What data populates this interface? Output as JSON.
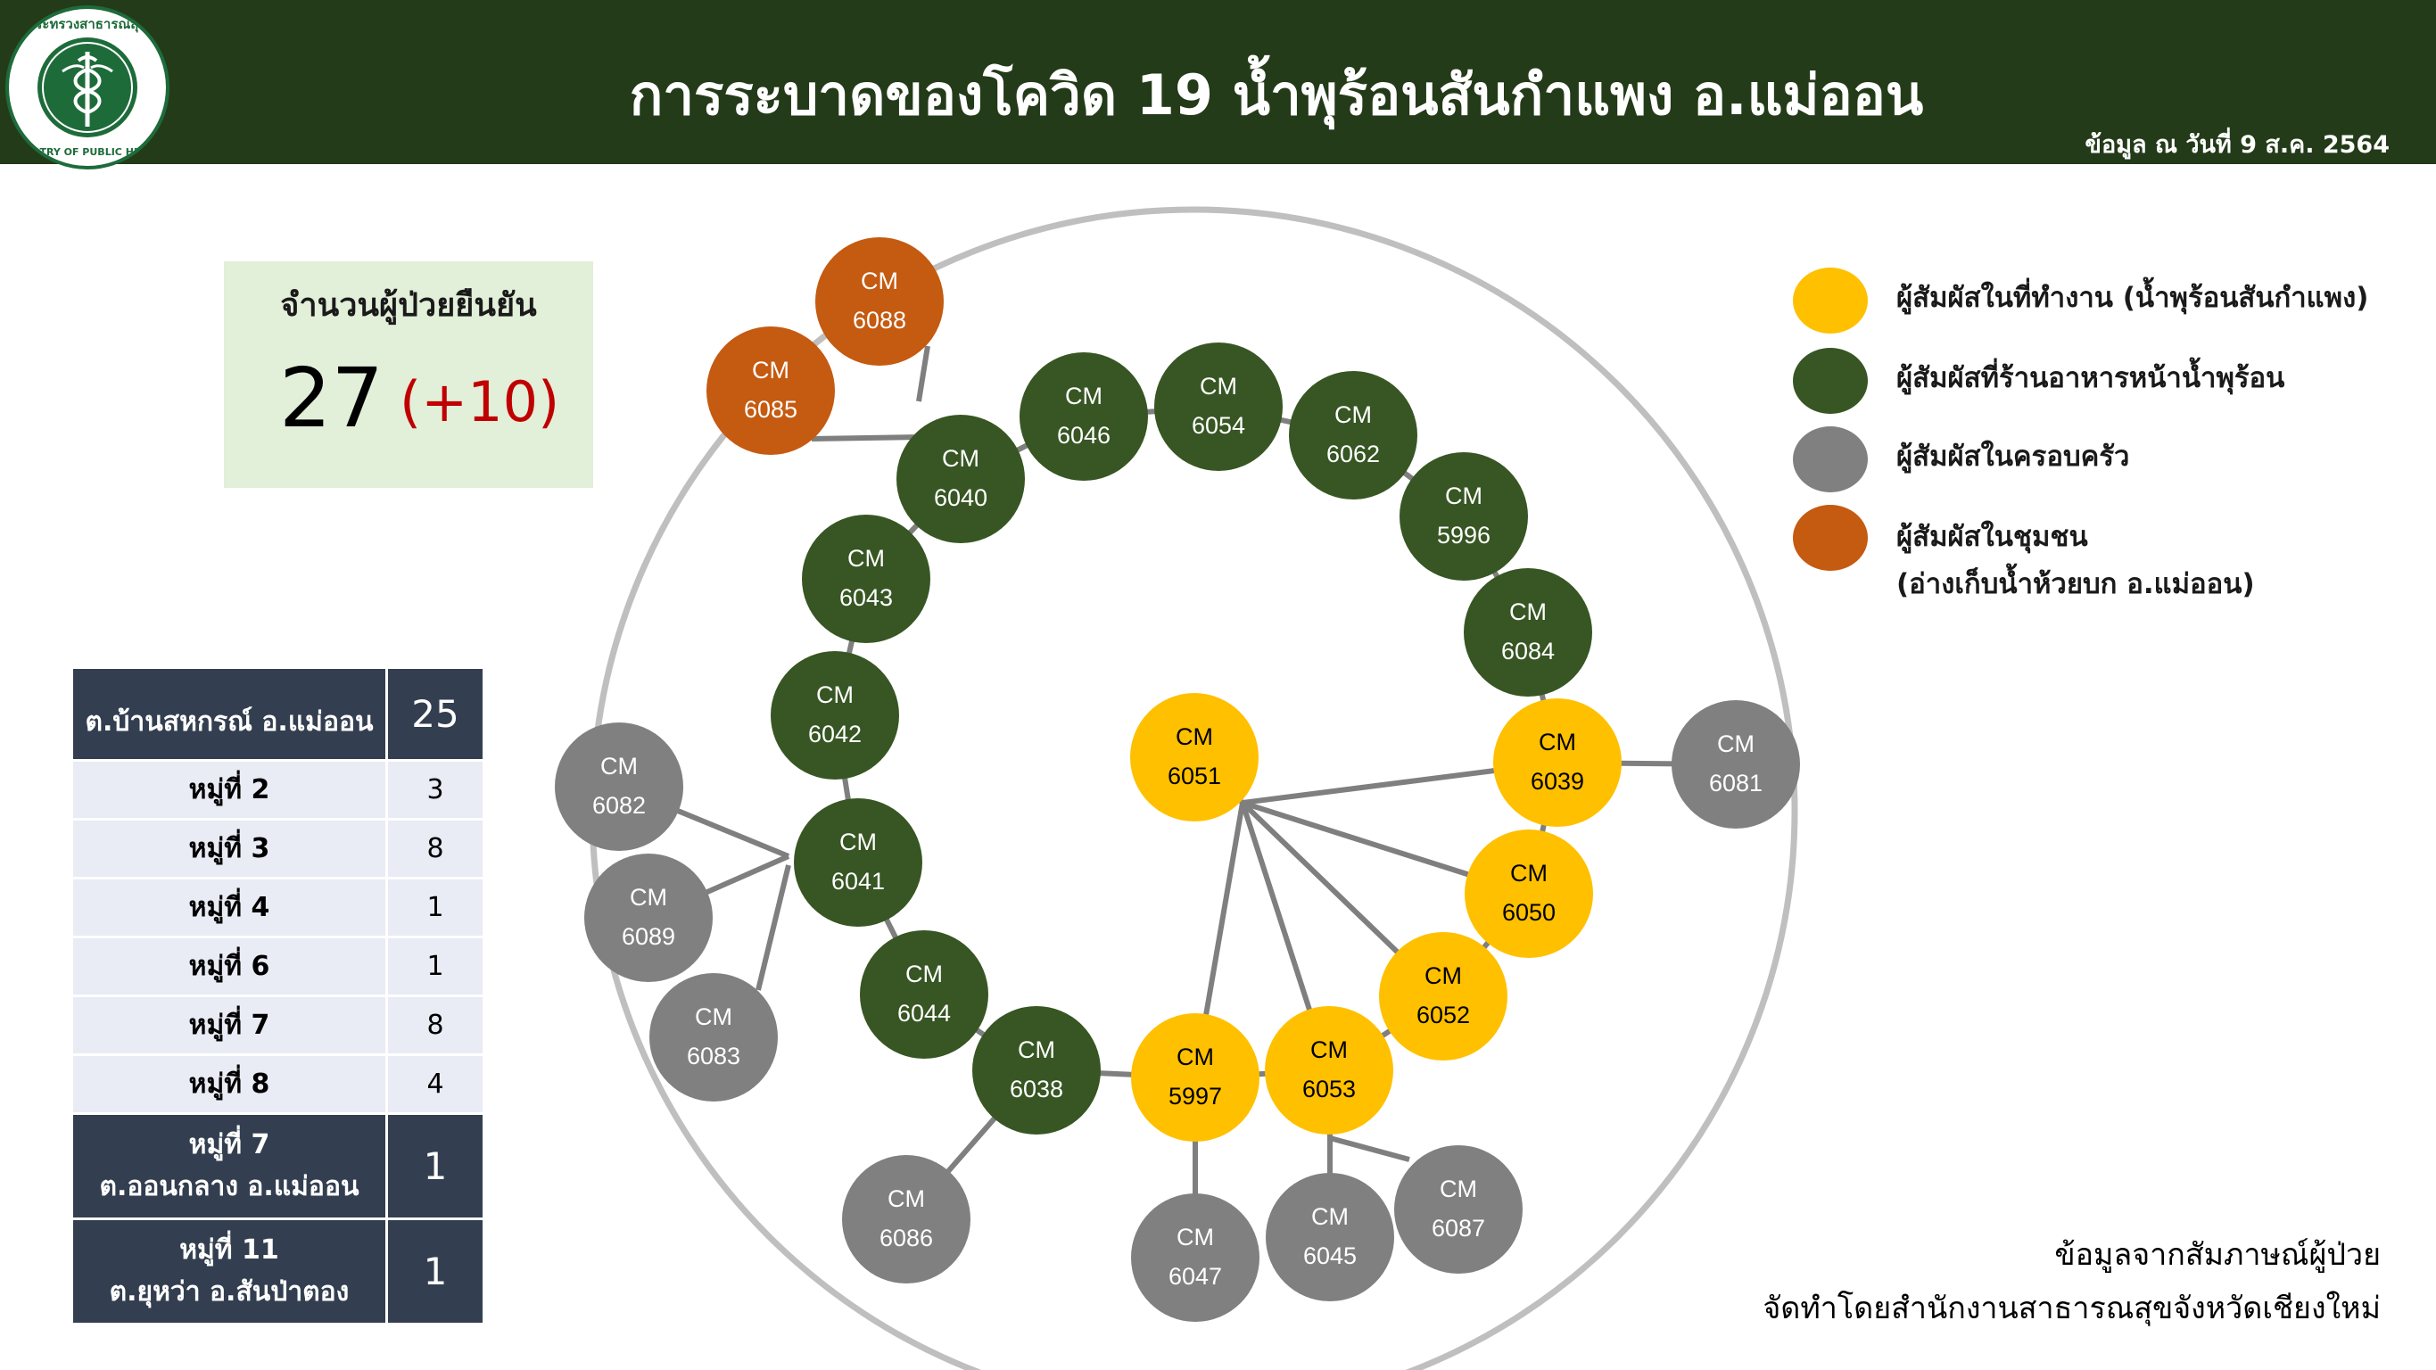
{
  "header": {
    "title": "การระบาดของโควิด 19 น้ำพุร้อนสันกำแพง อ.แม่ออน",
    "date_label": "ข้อมูล ณ วันที่ 9 ส.ค. 2564",
    "logo_text": "กระทรวงสาธารณสุข MINISTRY OF PUBLIC HEALTH",
    "background_color": "#233b18"
  },
  "summary": {
    "label": "จำนวนผู้ป่วยยืนยัน",
    "total": "27",
    "increase": "(+10)"
  },
  "area_table": {
    "main_area": {
      "label": "ต.บ้านสหกรณ์ อ.แม่ออน",
      "count": "25"
    },
    "villages": [
      {
        "label": "หมู่ที่ 2",
        "count": "3"
      },
      {
        "label": "หมู่ที่ 3",
        "count": "8"
      },
      {
        "label": "หมู่ที่ 4",
        "count": "1"
      },
      {
        "label": "หมู่ที่ 6",
        "count": "1"
      },
      {
        "label": "หมู่ที่ 7",
        "count": "8"
      },
      {
        "label": "หมู่ที่ 8",
        "count": "4"
      }
    ],
    "other_areas": [
      {
        "line1": "หมู่ที่ 7",
        "line2": "ต.ออนกลาง อ.แม่ออน",
        "count": "1"
      },
      {
        "line1": "หมู่ที่ 11",
        "line2": "ต.ยุหว่า อ.สันป่าตอง",
        "count": "1"
      }
    ]
  },
  "legend": [
    {
      "key": "workplace",
      "color": "#ffc000",
      "line1": "ผู้สัมผัสในที่ทำงาน (น้ำพุร้อนสันกำแพง)",
      "line2": ""
    },
    {
      "key": "restaurant",
      "color": "#375623",
      "line1": "ผู้สัมผัสที่ร้านอาหารหน้าน้ำพุร้อน",
      "line2": ""
    },
    {
      "key": "family",
      "color": "#808080",
      "line1": "ผู้สัมผัสในครอบครัว",
      "line2": ""
    },
    {
      "key": "community",
      "color": "#c55a11",
      "line1": "ผู้สัมผัสในชุมชน",
      "line2": "(อ่างเก็บน้ำห้วยบก อ.แม่ออน)"
    }
  ],
  "nodes": [
    {
      "id": "6088",
      "prefix": "CM",
      "number": "6088",
      "group": "community"
    },
    {
      "id": "6085",
      "prefix": "CM",
      "number": "6085",
      "group": "community"
    },
    {
      "id": "6046",
      "prefix": "CM",
      "number": "6046",
      "group": "restaurant"
    },
    {
      "id": "6054",
      "prefix": "CM",
      "number": "6054",
      "group": "restaurant"
    },
    {
      "id": "6062",
      "prefix": "CM",
      "number": "6062",
      "group": "restaurant"
    },
    {
      "id": "6040",
      "prefix": "CM",
      "number": "6040",
      "group": "restaurant"
    },
    {
      "id": "5996",
      "prefix": "CM",
      "number": "5996",
      "group": "restaurant"
    },
    {
      "id": "6043",
      "prefix": "CM",
      "number": "6043",
      "group": "restaurant"
    },
    {
      "id": "6084",
      "prefix": "CM",
      "number": "6084",
      "group": "restaurant"
    },
    {
      "id": "6042",
      "prefix": "CM",
      "number": "6042",
      "group": "restaurant"
    },
    {
      "id": "6041",
      "prefix": "CM",
      "number": "6041",
      "group": "restaurant"
    },
    {
      "id": "6044",
      "prefix": "CM",
      "number": "6044",
      "group": "restaurant"
    },
    {
      "id": "6038",
      "prefix": "CM",
      "number": "6038",
      "group": "restaurant"
    },
    {
      "id": "6051",
      "prefix": "CM",
      "number": "6051",
      "group": "workplace"
    },
    {
      "id": "6039",
      "prefix": "CM",
      "number": "6039",
      "group": "workplace"
    },
    {
      "id": "6050",
      "prefix": "CM",
      "number": "6050",
      "group": "workplace"
    },
    {
      "id": "6052",
      "prefix": "CM",
      "number": "6052",
      "group": "workplace"
    },
    {
      "id": "6053",
      "prefix": "CM",
      "number": "6053",
      "group": "workplace"
    },
    {
      "id": "5997",
      "prefix": "CM",
      "number": "5997",
      "group": "workplace"
    },
    {
      "id": "6082",
      "prefix": "CM",
      "number": "6082",
      "group": "family"
    },
    {
      "id": "6089",
      "prefix": "CM",
      "number": "6089",
      "group": "family"
    },
    {
      "id": "6083",
      "prefix": "CM",
      "number": "6083",
      "group": "family"
    },
    {
      "id": "6086",
      "prefix": "CM",
      "number": "6086",
      "group": "family"
    },
    {
      "id": "6047",
      "prefix": "CM",
      "number": "6047",
      "group": "family"
    },
    {
      "id": "6045",
      "prefix": "CM",
      "number": "6045",
      "group": "family"
    },
    {
      "id": "6087",
      "prefix": "CM",
      "number": "6087",
      "group": "family"
    },
    {
      "id": "6081",
      "prefix": "CM",
      "number": "6081",
      "group": "family"
    }
  ],
  "links": [
    [
      "6088",
      "6085"
    ],
    [
      "6088",
      "6040"
    ],
    [
      "6085",
      "6040"
    ],
    [
      "6046",
      "6040"
    ],
    [
      "6046",
      "6054"
    ],
    [
      "6054",
      "6062"
    ],
    [
      "6062",
      "5996"
    ],
    [
      "5996",
      "6084"
    ],
    [
      "6040",
      "6043"
    ],
    [
      "6043",
      "6042"
    ],
    [
      "6042",
      "6041"
    ],
    [
      "6041",
      "6044"
    ],
    [
      "6044",
      "6038"
    ],
    [
      "6084",
      "6039"
    ],
    [
      "6039",
      "6050"
    ],
    [
      "6050",
      "6052"
    ],
    [
      "6052",
      "6053"
    ],
    [
      "6053",
      "5997"
    ],
    [
      "6038",
      "5997"
    ],
    [
      "6051",
      "6039"
    ],
    [
      "6051",
      "6050"
    ],
    [
      "6051",
      "6052"
    ],
    [
      "6051",
      "6053"
    ],
    [
      "6051",
      "5997"
    ],
    [
      "6039",
      "6081"
    ],
    [
      "6041",
      "6082"
    ],
    [
      "6041",
      "6089"
    ],
    [
      "6041",
      "6083"
    ],
    [
      "6038",
      "6086"
    ],
    [
      "5997",
      "6047"
    ],
    [
      "6053",
      "6045"
    ],
    [
      "6053",
      "6087"
    ]
  ],
  "colors": {
    "workplace": "#ffc000",
    "restaurant": "#375623",
    "family": "#808080",
    "community": "#c55a11",
    "link": "#7f7f7f",
    "ring": "#bfbfbf"
  },
  "source_note": {
    "line1": "ข้อมูลจากสัมภาษณ์ผู้ป่วย",
    "line2": "จัดทำโดยสำนักงานสาธารณสุขจังหวัดเชียงใหม่"
  }
}
